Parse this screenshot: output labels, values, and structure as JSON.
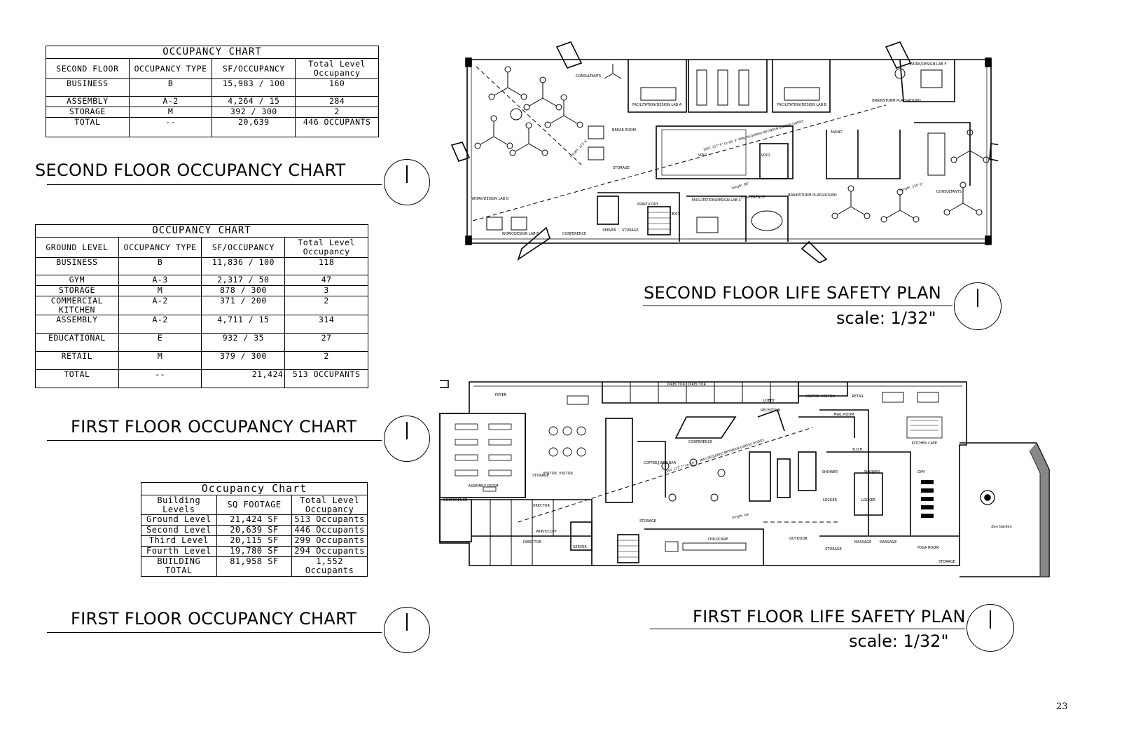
{
  "chart2": {
    "caption": "OCCUPANCY CHART",
    "headers": [
      "SECOND FLOOR",
      "OCCUPANCY TYPE",
      "SF/OCCUPANCY",
      "Total Level Occupancy"
    ],
    "rows": [
      [
        "BUSINESS",
        "B",
        "15,983 / 100",
        "160"
      ],
      [
        "ASSEMBLY",
        "A-2",
        "4,264 / 15",
        "284"
      ],
      [
        "STORAGE",
        "M",
        "392 / 300",
        "2"
      ],
      [
        "TOTAL",
        "--",
        "20,639",
        "446 OCCUPANTS"
      ]
    ]
  },
  "chart1": {
    "caption": "OCCUPANCY CHART",
    "headers": [
      "GROUND LEVEL",
      "OCCUPANCY TYPE",
      "SF/OCCUPANCY",
      "Total Level Occupancy"
    ],
    "rows": [
      [
        "BUSINESS",
        "B",
        "11,836 / 100",
        "118"
      ],
      [
        "GYM",
        "A-3",
        "2,317 / 50",
        "47"
      ],
      [
        "STORAGE",
        "M",
        "878 / 300",
        "3"
      ],
      [
        "COMMERCIAL KITCHEN",
        "A-2",
        "371 / 200",
        "2"
      ],
      [
        "ASSEMBLY",
        "A-2",
        "4,711 / 15",
        "314"
      ],
      [
        "EDUCATIONAL",
        "E",
        "932 / 35",
        "27"
      ],
      [
        "RETAIL",
        "M",
        "379 / 300",
        "2"
      ],
      [
        "TOTAL",
        "--",
        "21,424",
        "513 OCCUPANTS"
      ]
    ]
  },
  "chart3": {
    "caption": "Occupancy Chart",
    "headers": [
      "Building Levels",
      "SQ FOOTAGE",
      "Total Level Occupancy"
    ],
    "rows": [
      [
        "Ground Level",
        "21,424 SF",
        "513 Occupants"
      ],
      [
        "Second Level",
        "20,639 SF",
        "446 Occupants"
      ],
      [
        "Third Level",
        "20,115 SF",
        "299 Occupants"
      ],
      [
        "Fourth Level",
        "19,780 SF",
        "294 Occupants"
      ],
      [
        "BUILDING TOTAL",
        "81,958 SF",
        "1,552 Occupants"
      ]
    ]
  },
  "headings": {
    "second_chart": "SECOND FLOOR OCCUPANCY CHART",
    "first_chart_a": "FIRST FLOOR OCCUPANCY CHART",
    "first_chart_b": "FIRST FLOOR OCCUPANCY CHART",
    "second_plan": "SECOND FLOOR LIFE SAFETY PLAN",
    "first_plan": "FIRST FLOOR LIFE SAFETY PLAN",
    "second_scale": "scale: 1/32\"",
    "first_scale": "scale: 1/32\""
  },
  "plan2_labels": {
    "void_a": "VOID",
    "void_b": "VOID",
    "lab_a": "FACILITATION/DESIGN LAB A",
    "lab_b": "FACILITATION/DESIGN LAB B",
    "lab_c": "FACILITATION/DESIGN LAB C",
    "workdesign_d": "WORK/DESIGN LAB D",
    "workdesign_e": "WORK/DESIGN LAB E",
    "workdesign_f": "WORK/DESIGN LAB F",
    "consultants_a": "CONSULTANTS",
    "consultants_b": "CONSULTANTS",
    "brainstorm_a": "BRAINSTORM PLAYGROUND",
    "brainstorm_b": "BRAINSTORM PLAYGROUND",
    "storage_a": "STORAGE",
    "storage_b": "STORAGE",
    "server": "SERVER",
    "conference_a": "CONFERENCE",
    "conference_b": "CONFERENCE",
    "printcopy": "PRINT/COPY",
    "break_room": "BREAK ROOM",
    "maint": "MAINT.",
    "exit": "EXIT",
    "dist": "DIST. 117' 5\" (≥ 66' 3\" MIN) REQUIRED BETWEEN EGRESS DOORS",
    "length_a": "Length: 123' 6\"",
    "length_b": "Length: 88'",
    "length_c": "Length: 120' 6\""
  },
  "plan1_labels": {
    "assembly_room": "ASSEMBLY ROOM",
    "foyer": "FOYER",
    "lobby": "LOBBY",
    "reception": "RECEPTION",
    "coffee_bar": "COFFEE/JUICE BAR",
    "conference_a": "CONFERENCE",
    "conference_b": "CONFERENCE",
    "mail_room": "MAIL ROOM",
    "kitchen": "KITCHEN CAFE",
    "gym": "GYM",
    "zen_garden": "Zen Garden",
    "yoga_room": "YOGA ROOM",
    "storage_a": "STORAGE",
    "storage_b": "STORAGE",
    "storage_c": "STORAGE",
    "storage_d": "STORAGE",
    "childcare": "CHILDCARE",
    "outdoor": "OUTDOOR",
    "locker_a": "LOCKER",
    "locker_b": "LOCKER",
    "shower_a": "SHOWER",
    "shower_b": "SHOWER",
    "massage_a": "MASSAGE",
    "massage_b": "MASSAGE",
    "visitor_a": "VISITOR",
    "visitor_b": "VISITOR",
    "visitor_c": "VISITOR",
    "visitor_d": "VISITOR",
    "director_a": "DIRECTOR",
    "director_b": "DIRECTOR",
    "director_c": "DIRECTOR",
    "director_d": "DIRECTOR",
    "retail": "RETAIL",
    "server": "SERVER",
    "printcopy": "PRINT/COPY",
    "boh": "B.O.H.",
    "dist": "DIST. 117' 7\" (≥ 69' 4\" MIN) REQUIRED BETWEEN EGRESS DOORS",
    "length": "Length: 69'"
  },
  "page_number": "23"
}
